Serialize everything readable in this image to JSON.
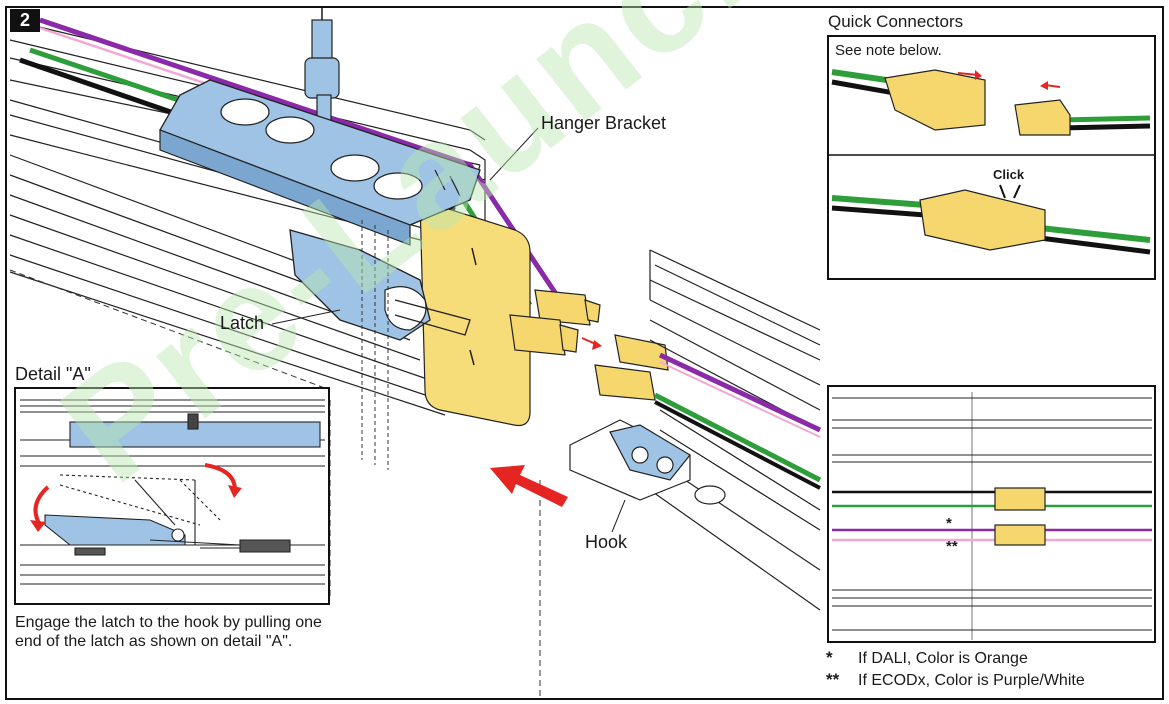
{
  "step_number": "2",
  "labels": {
    "hanger_bracket": "Hanger Bracket",
    "latch": "Latch",
    "hook": "Hook",
    "detail_a": "Detail \"A\"",
    "quick_connectors": "Quick Connectors",
    "see_note": "See note below.",
    "click": "Click"
  },
  "instruction": "Engage the latch to the hook by pulling one end of the latch as shown on detail \"A\".",
  "notes": [
    {
      "symbol": "*",
      "text": "If DALI, Color is Orange"
    },
    {
      "symbol": "**",
      "text": "If ECODx, Color is Purple/White"
    }
  ],
  "wiring_marks": {
    "single": "*",
    "double": "**"
  },
  "watermark": "Pre-Launch",
  "colors": {
    "bracket_blue": "#9fc3e4",
    "connector_yellow": "#f5d76e",
    "panel_yellow": "#f6dd7a",
    "wire_green": "#2e9e3a",
    "wire_purple": "#8a2aa8",
    "wire_pink": "#f2a8d4",
    "arrow_red": "#e52521",
    "watermark_green": "#c8ebc0"
  }
}
